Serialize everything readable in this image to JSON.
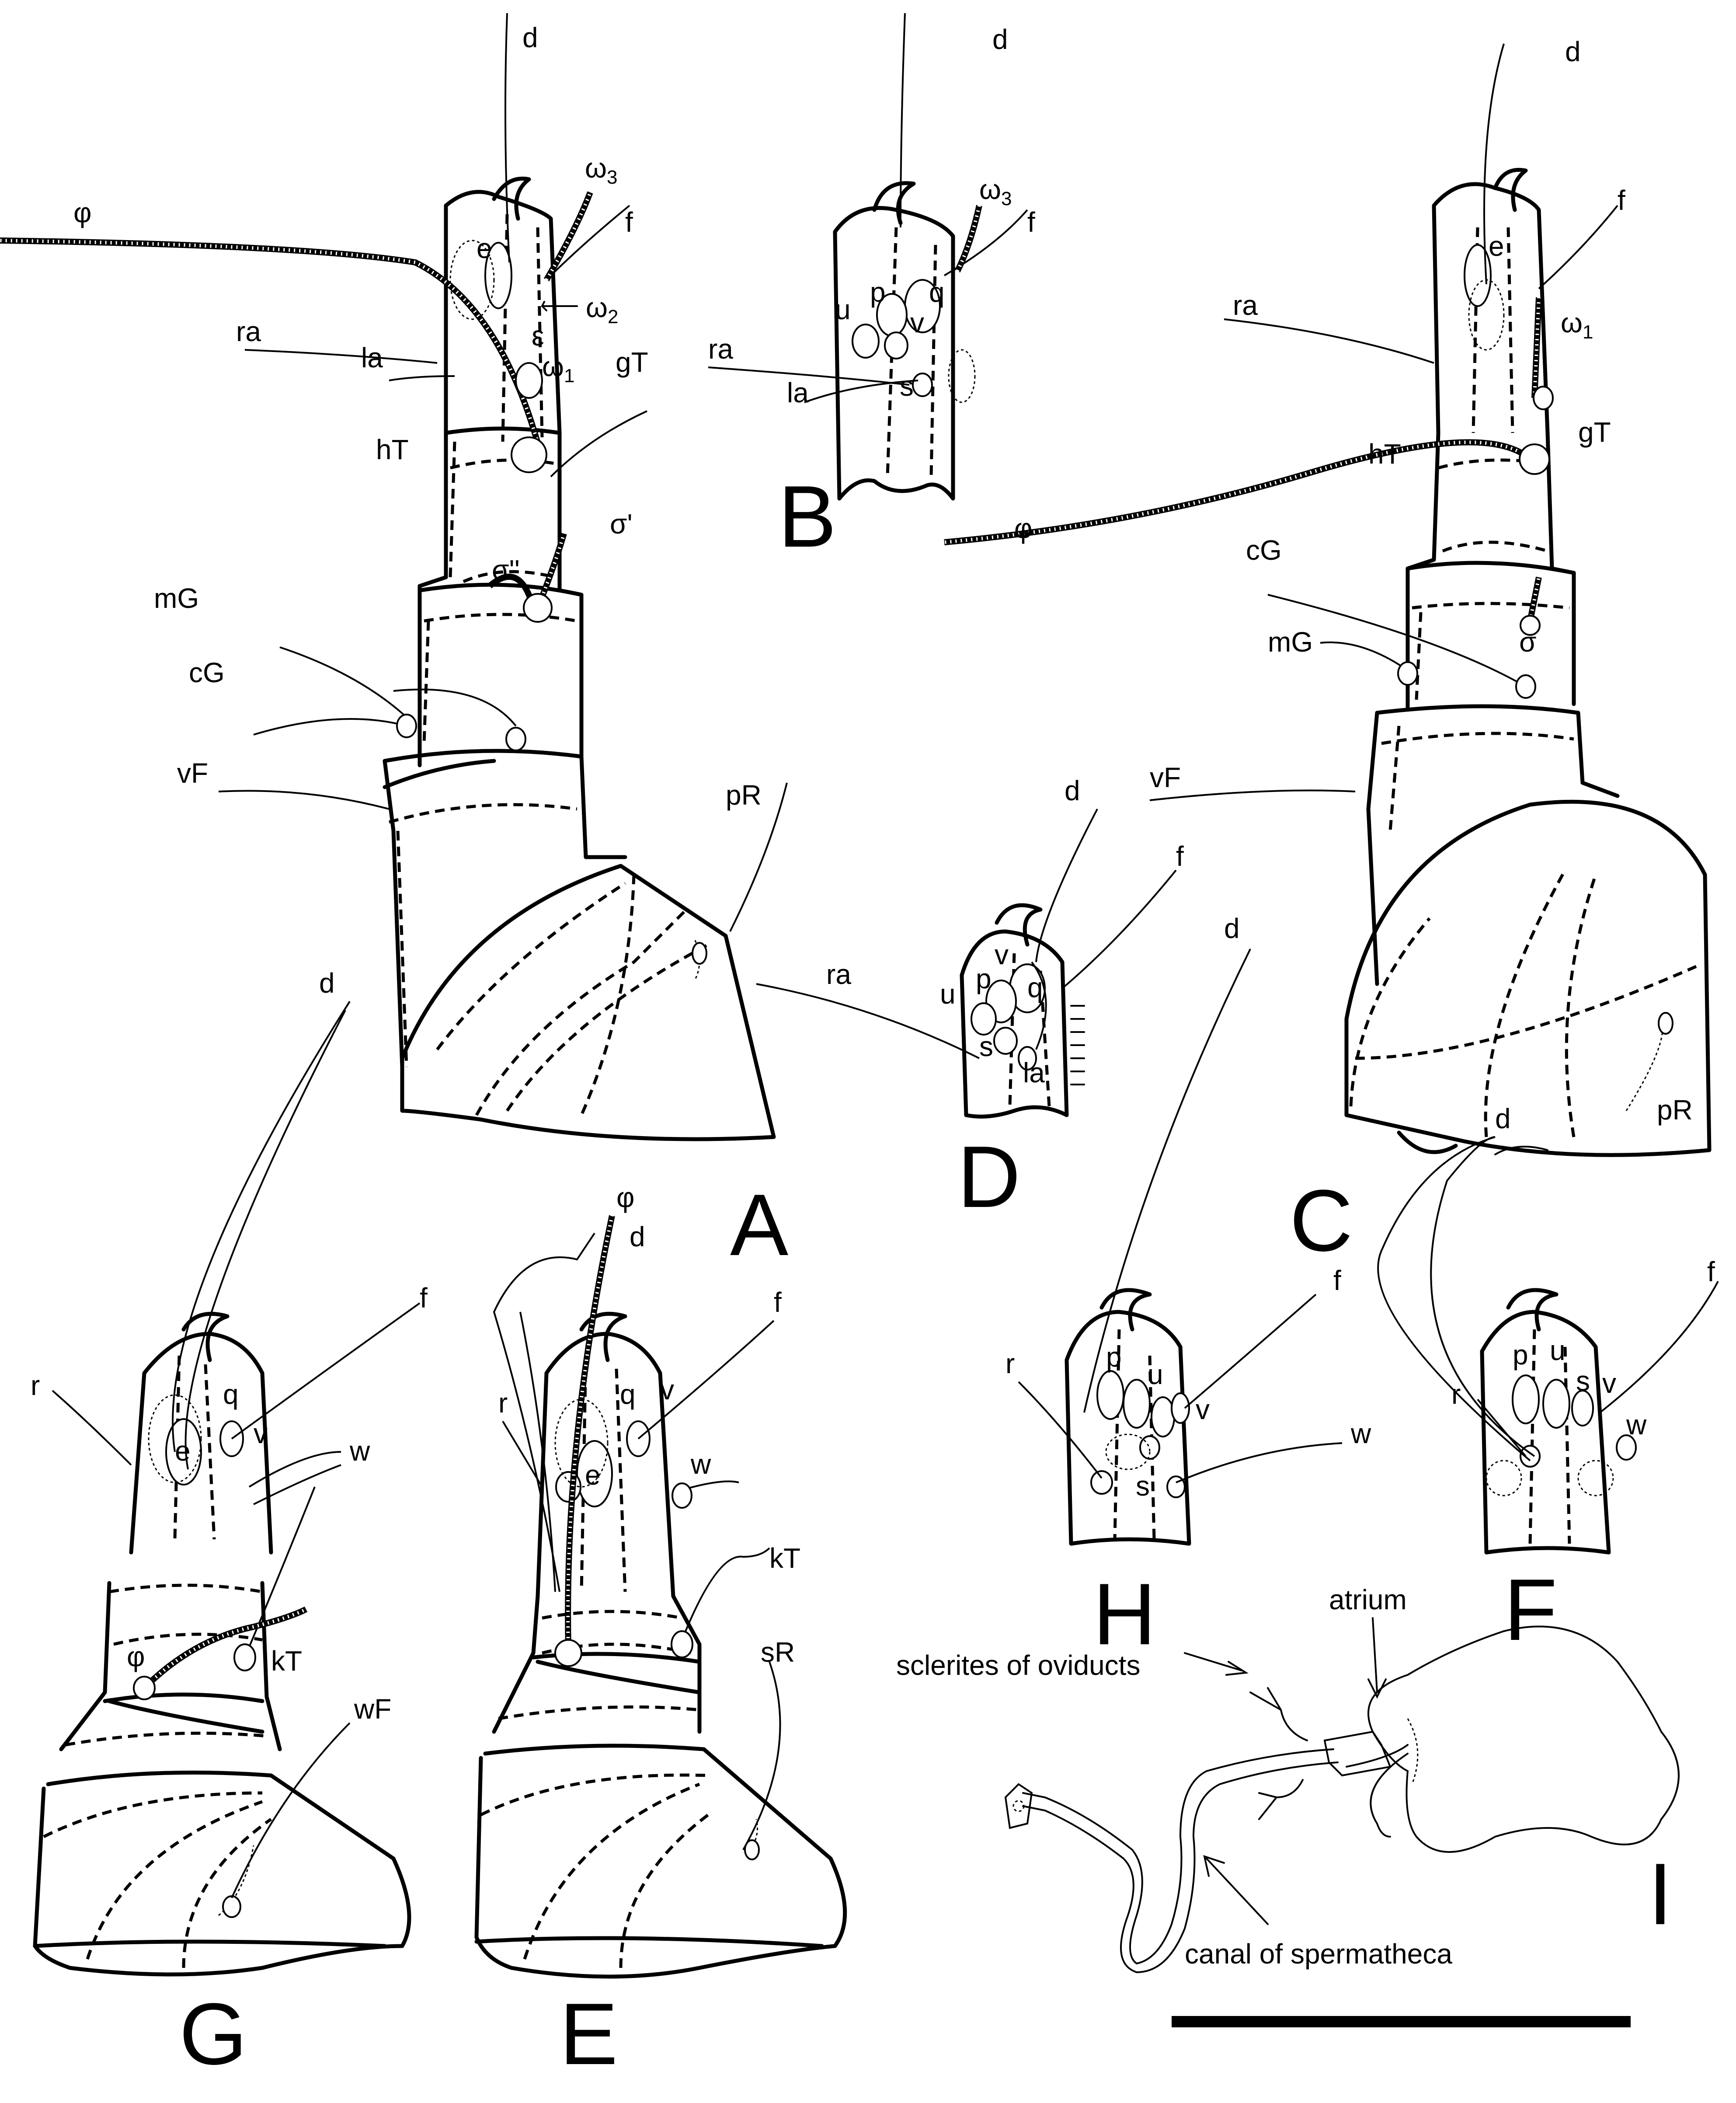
{
  "panels": {
    "A": "A",
    "B": "B",
    "C": "C",
    "D": "D",
    "E": "E",
    "F": "F",
    "G": "G",
    "H": "H",
    "I": "I"
  },
  "labels": {
    "A": {
      "d": "d",
      "phi": "φ",
      "omega3": "ω",
      "omega3_sub": "3",
      "f": "f",
      "e": "e",
      "omega2": "ω",
      "omega2_sub": "2",
      "epsilon": "ε",
      "ra": "ra",
      "la": "la",
      "omega1": "ω",
      "omega1_sub": "1",
      "gT": "gT",
      "hT": "hT",
      "sigma1": "σ'",
      "sigma2": "σ''",
      "mG": "mG",
      "cG": "cG",
      "vF": "vF",
      "pR": "pR"
    },
    "B": {
      "d": "d",
      "omega3": "ω",
      "omega3_sub": "3",
      "f": "f",
      "p": "p",
      "q": "q",
      "u": "u",
      "v": "v",
      "ra": "ra",
      "la": "la",
      "s": "s"
    },
    "C": {
      "d": "d",
      "f": "f",
      "ra": "ra",
      "e": "e",
      "omega1": "ω",
      "omega1_sub": "1",
      "gT": "gT",
      "hT": "hT",
      "phi": "φ",
      "cG": "cG",
      "mG": "mG",
      "sigma": "σ",
      "vF": "vF",
      "pR": "pR"
    },
    "D": {
      "d": "d",
      "f": "f",
      "v": "v",
      "p": "p",
      "q": "q",
      "u": "u",
      "ra": "ra",
      "s": "s",
      "la": "la"
    },
    "H": {
      "d": "d",
      "f": "f",
      "r": "r",
      "p": "p",
      "u": "u",
      "v": "v",
      "w": "w",
      "s": "s"
    },
    "F": {
      "d": "d",
      "f": "f",
      "p": "p",
      "u": "u",
      "s": "s",
      "v": "v",
      "r": "r",
      "w": "w"
    },
    "G": {
      "d": "d",
      "r": "r",
      "f": "f",
      "q": "q",
      "v": "v",
      "e": "e",
      "w": "w",
      "phi": "φ",
      "kT": "kT",
      "wF": "wF"
    },
    "E": {
      "phi": "φ",
      "d": "d",
      "r": "r",
      "f": "f",
      "q": "q",
      "v": "v",
      "e": "e",
      "w": "w",
      "kT": "kT",
      "sR": "sR"
    }
  },
  "annotations": {
    "atrium": "atrium",
    "sclerites": "sclerites of oviducts",
    "canal": "canal of spermatheca"
  }
}
